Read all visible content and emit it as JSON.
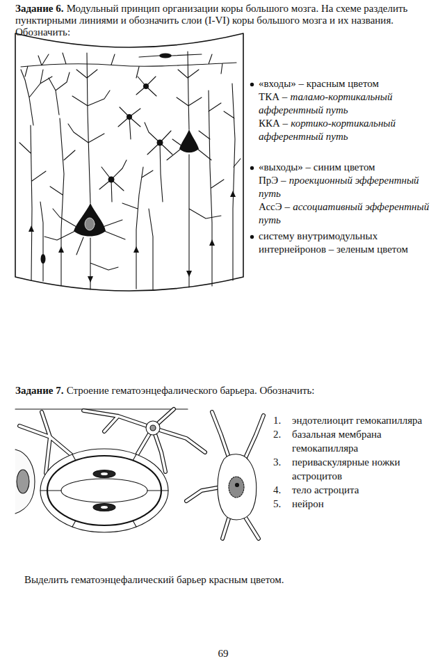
{
  "diagram": {
    "labels": [
      "Задание 6.",
      "Модульный принцип организации коры большого мозга. На схеме разделить пунктирными линиями и обозначить слои (I-VI) коры большого мозга и их названия. Обозначить:",
      "«входы» – красным цветом",
      "ТКА –",
      "таламо-кортикальный афферентный путь",
      "ККА –",
      "кортико-кортикальный афферентный путь",
      "«выходы» – синим цветом",
      "ПрЭ –",
      "проекционный эфферентный путь",
      "АссЭ –",
      "ассоциативный эфферентный путь",
      "систему внутримодульных интернейронов – зеленым цветом",
      "Задание 7.",
      "Строение гематоэнцефалического барьера. Обозначить:",
      "1.",
      "эндотелиоцит гемокапилляра",
      "2.",
      "базальная мембрана гемокапилляра",
      "3.",
      "периваскулярные ножки астроцитов",
      "4.",
      "тело астроцита",
      "5.",
      "нейрон",
      "Выделить гематоэнцефалический барьер красным цветом.",
      "69"
    ]
  }
}
